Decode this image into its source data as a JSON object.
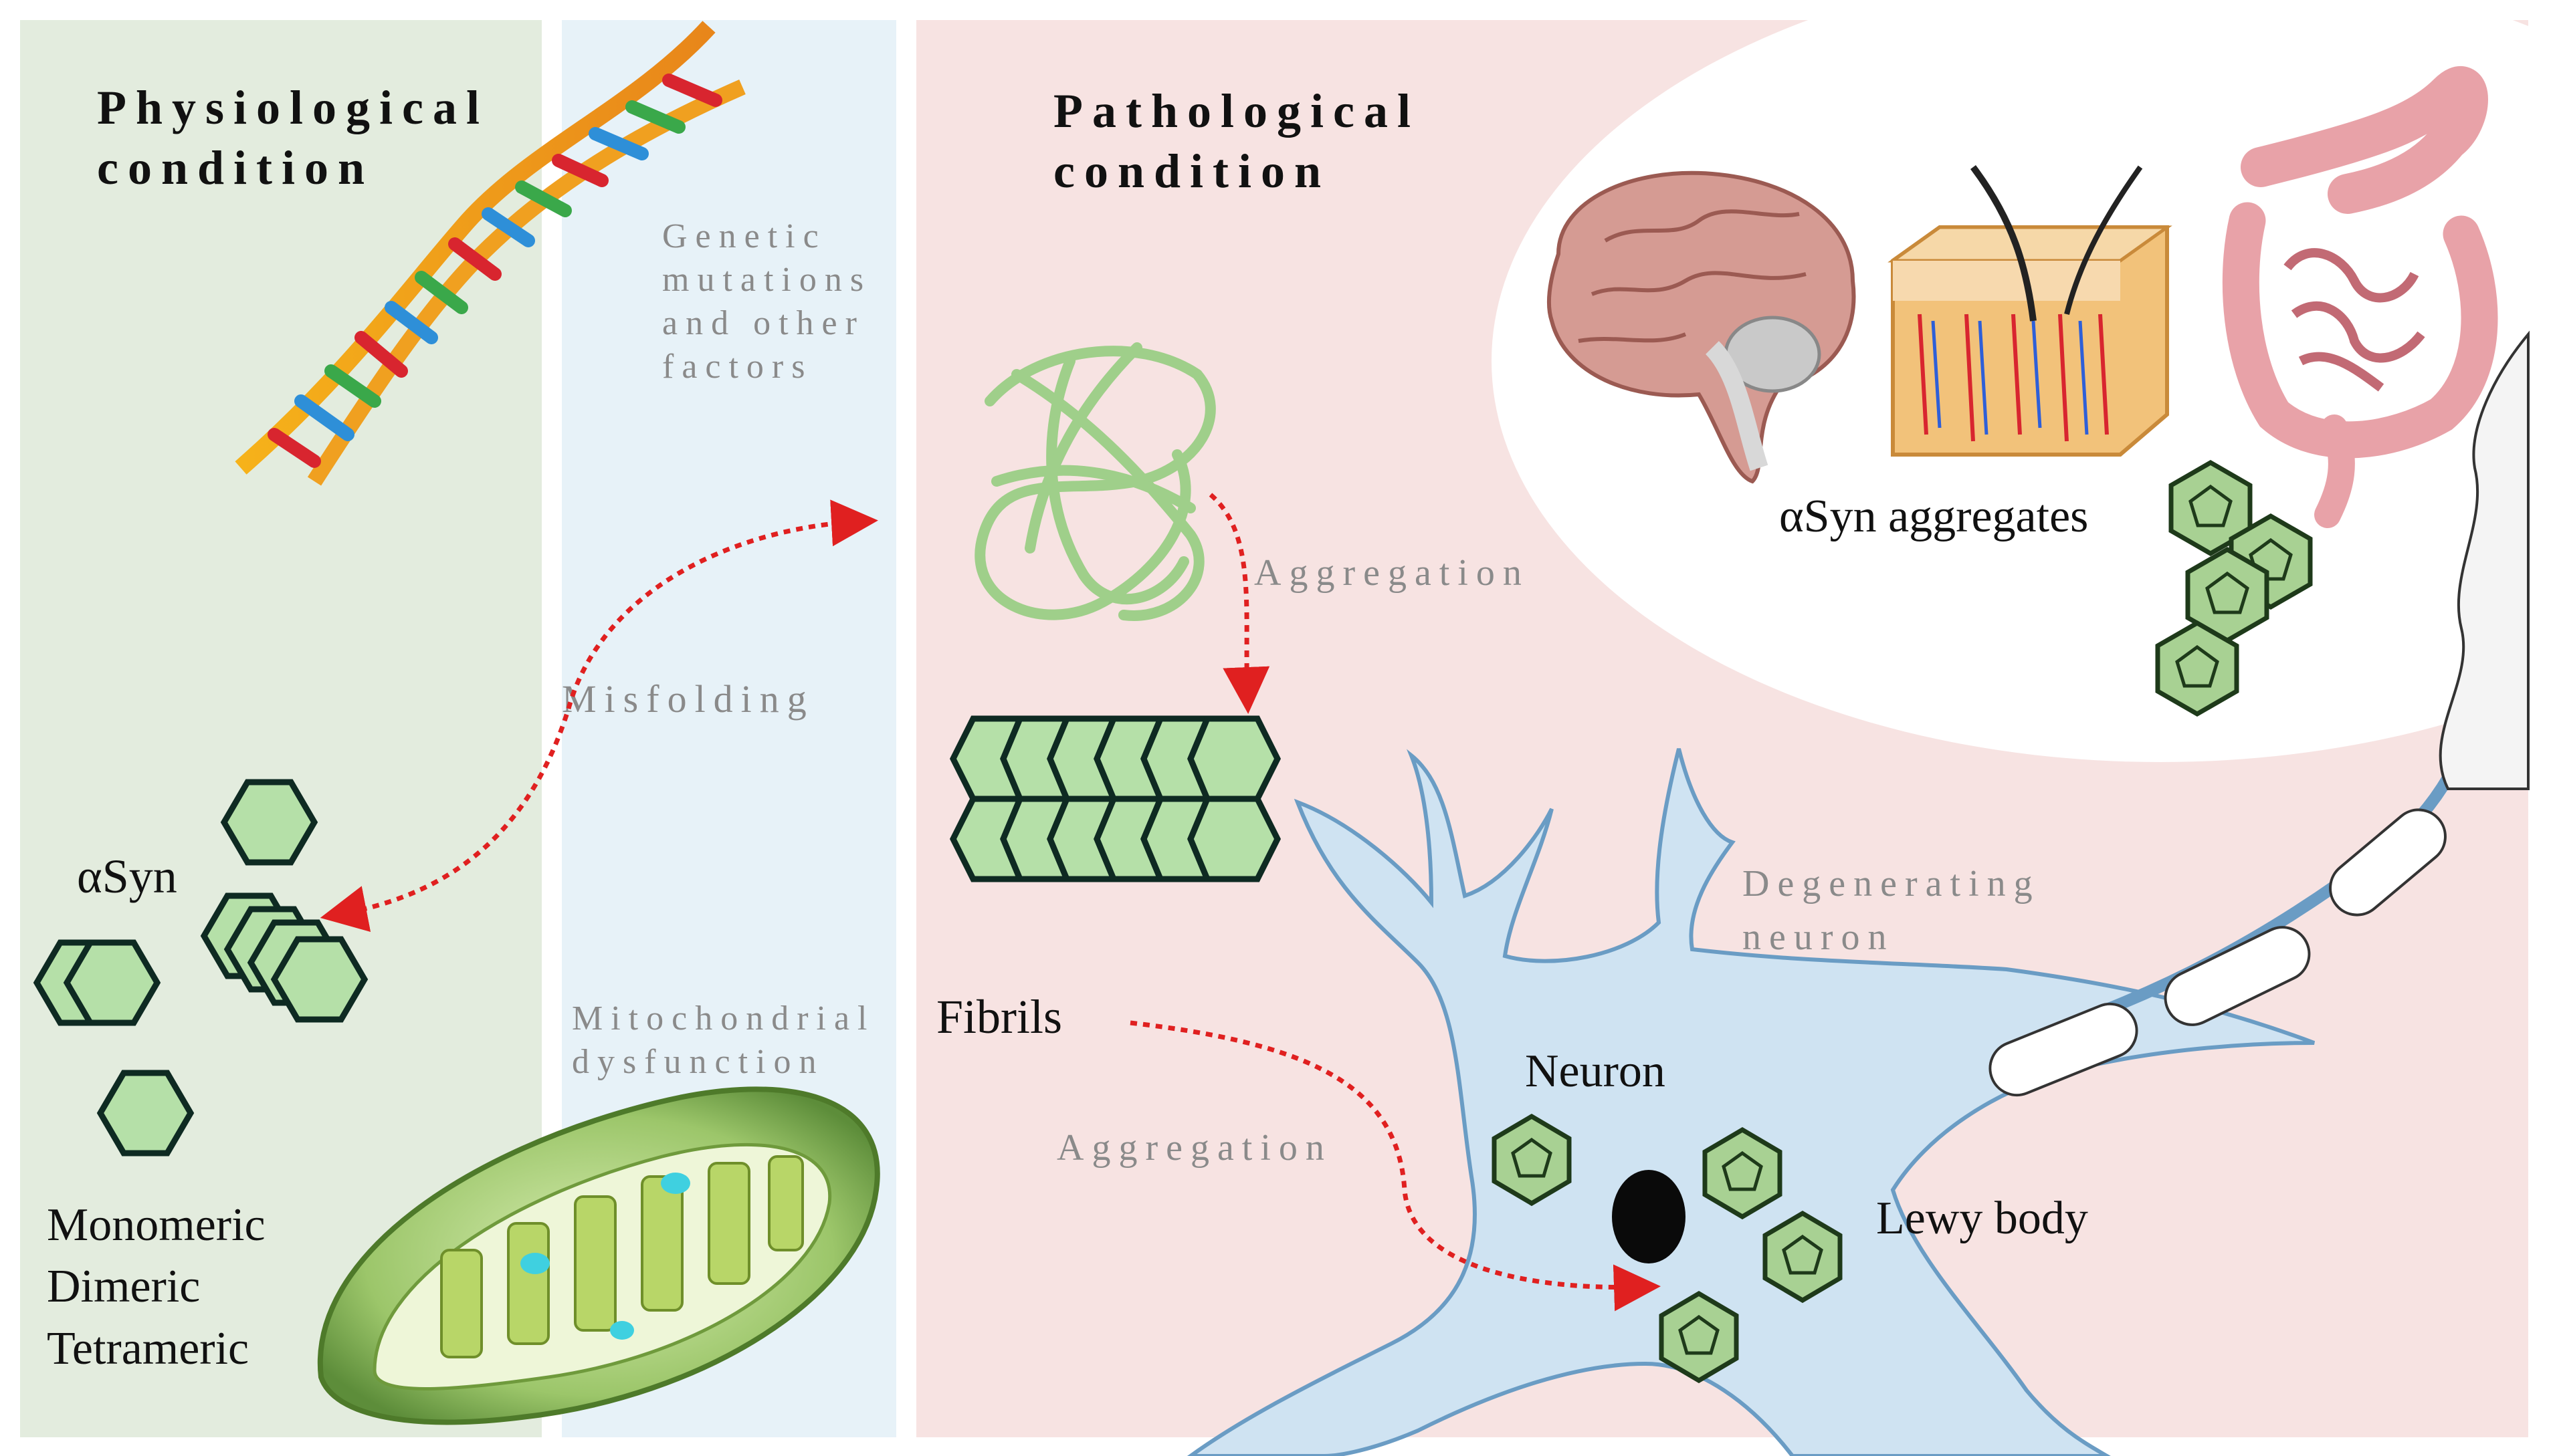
{
  "physiological": {
    "title_line1": "Physiological",
    "title_line2": "condition",
    "asyn_label": "αSyn",
    "forms": [
      "Monomeric",
      "Dimeric",
      "Tetrameric"
    ]
  },
  "factors": {
    "genetic": [
      "Genetic",
      "mutations",
      "and other",
      "factors"
    ],
    "misfolding": "Misfolding",
    "mitochondrial": [
      "Mitochondrial",
      "dysfunction"
    ]
  },
  "pathological": {
    "title_line1": "Pathological",
    "title_line2": "condition",
    "aggregation_top": "Aggregation",
    "fibrils": "Fibrils",
    "aggregation_bottom": "Aggregation",
    "degenerating": [
      "Degenerating",
      "neuron"
    ],
    "neuron": "Neuron",
    "lewy_body": "Lewy body",
    "asyn_aggregates": "αSyn aggregates"
  },
  "colors": {
    "physiological_bg": "#e3ecde",
    "factors_bg": "#e7f2f8",
    "pathological_bg": "#f7e3e2",
    "hex_fill": "#b5e0a8",
    "hex_stroke": "#0e2a22",
    "arrow": "#e02020",
    "neuron_fill": "#cfe3f2"
  }
}
